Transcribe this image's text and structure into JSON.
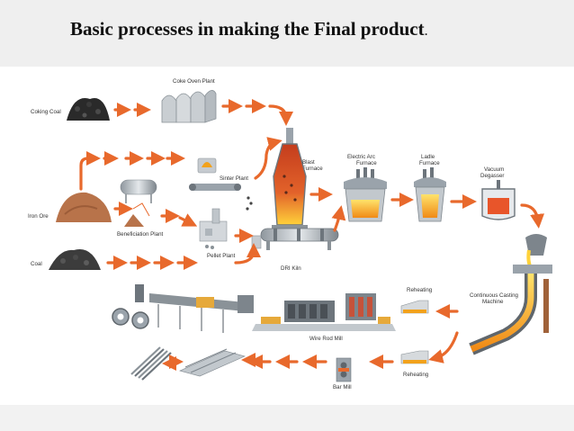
{
  "header": {
    "title": "Basic processes in making the Final product",
    "title_dot": "."
  },
  "diagram": {
    "inputs": {
      "coking_coal": "Coking Coal",
      "iron_ore": "Iron Ore",
      "coal": "Coal"
    },
    "units": {
      "coke_oven": "Coke Oven Plant",
      "sinter": "Sinter Plant",
      "beneficiation": "Beneficiation Plant",
      "pellet": "Pellet Plant",
      "blast_furnace": [
        "Blast",
        "Furnace"
      ],
      "dri_kiln": "DRI Kiln",
      "electric_arc": [
        "Electric Arc",
        "Furnace"
      ],
      "ladle": [
        "Ladle",
        "Furnace"
      ],
      "vacuum": [
        "Vacuum",
        "Degasser"
      ],
      "continuous_casting": [
        "Continuous Casting",
        "Machine"
      ],
      "reheating_top": "Reheating",
      "reheating_bottom": "Reheating",
      "wire_rod_mill": "Wire Rod Mill",
      "bar_mill": "Bar Mill"
    }
  },
  "colors": {
    "arrow": "#e8692c",
    "molten": "#f6b21b",
    "header_bg": "#efefef",
    "steel": "#9aa3ab"
  }
}
